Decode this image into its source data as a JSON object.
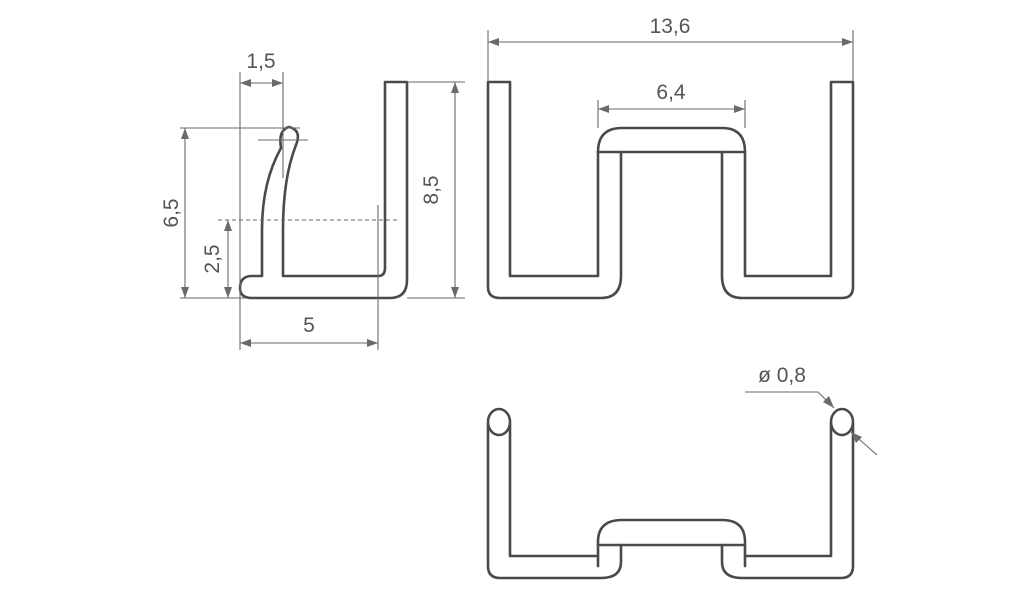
{
  "dimensions": {
    "top_width": "1,5",
    "total_height_side": "6,5",
    "lower_height": "2,5",
    "base_width": "5",
    "right_height": "8,5",
    "overall_width": "13,6",
    "center_width": "6,4",
    "wire_diameter": "ø 0,8"
  },
  "colors": {
    "line": "#4a4a4a",
    "dimension_line": "#6a6a6a",
    "text": "#555555",
    "background": "#ffffff"
  }
}
